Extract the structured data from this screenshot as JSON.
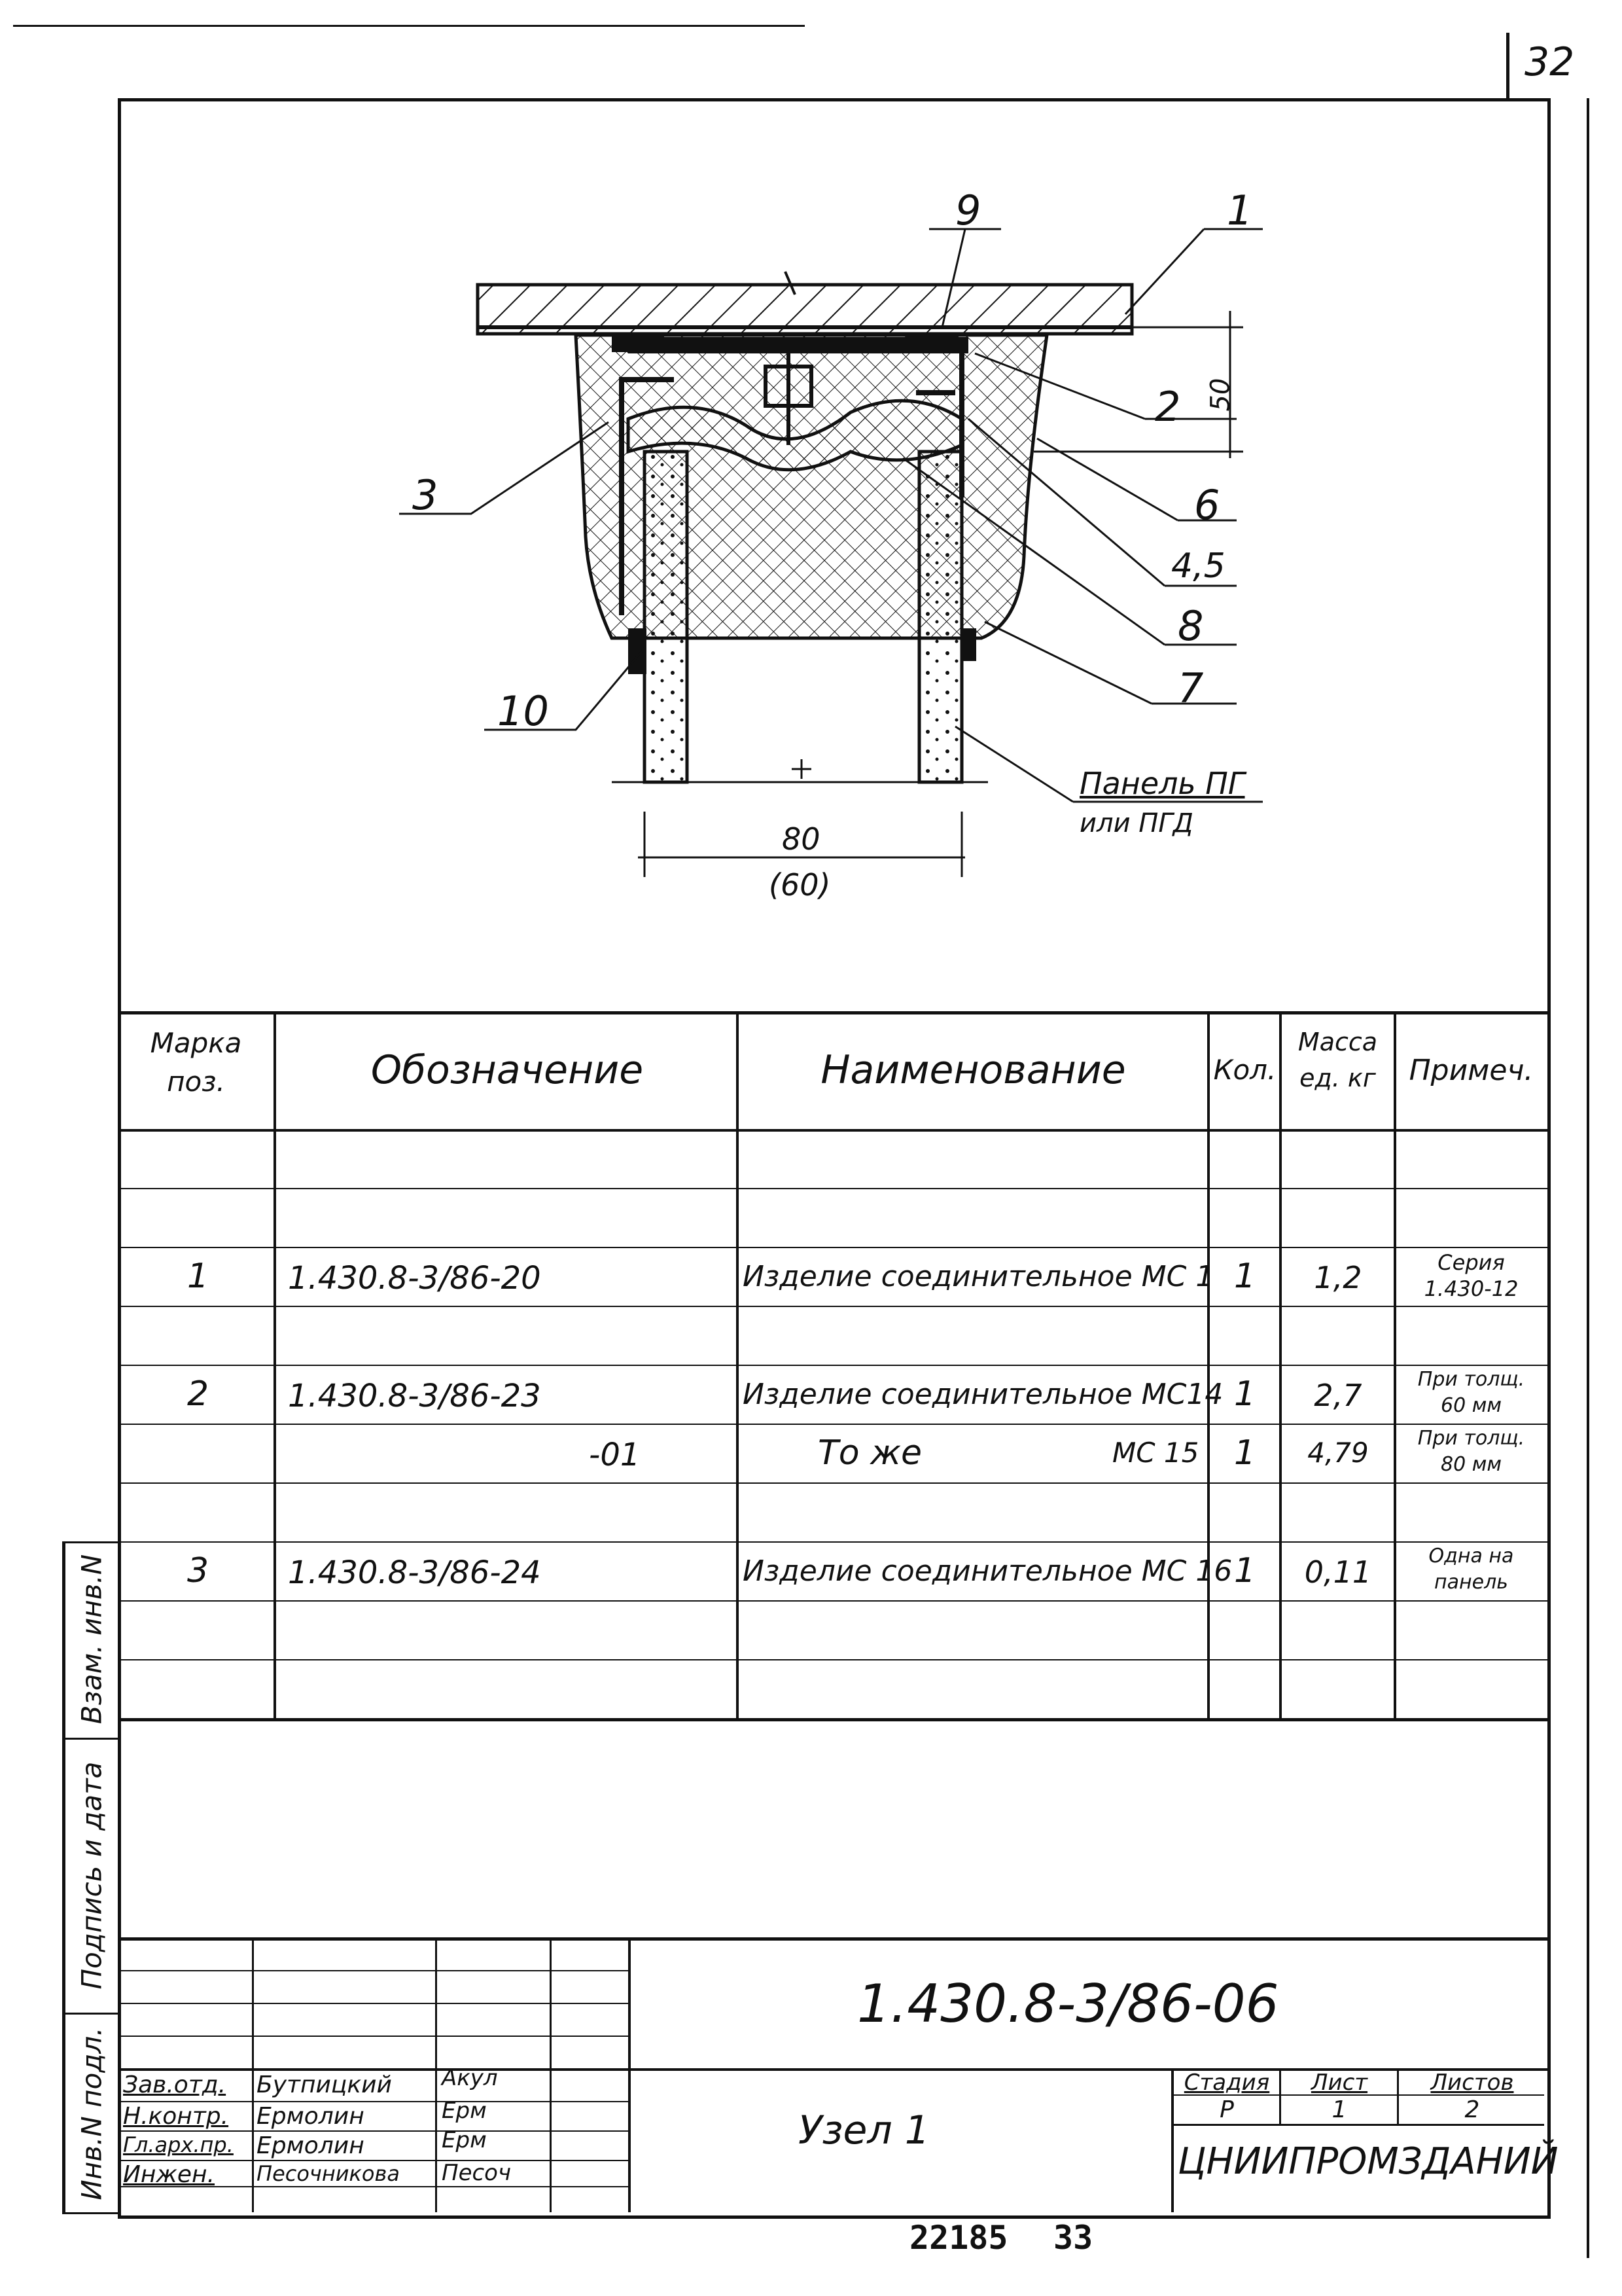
{
  "sheet_number": "32",
  "drawing": {
    "callouts": [
      "1",
      "2",
      "3",
      "4,5",
      "6",
      "7",
      "8",
      "9",
      "10"
    ],
    "dim_height": "50",
    "dim_width": "80",
    "dim_width_alt": "(60)",
    "panel_label_line1": "Панель ПГ",
    "panel_label_line2": "или ПГД"
  },
  "spec_table": {
    "headers": {
      "pos": "Марка поз.",
      "designation": "Обозначение",
      "name": "Наименование",
      "qty": "Кол.",
      "mass": "Масса ед. кг",
      "note": "Примеч."
    },
    "rows": [
      {
        "pos": "1",
        "designation": "1.430.8-3/86-20",
        "name": "Изделие соединительное МС 1",
        "qty": "1",
        "mass": "1,2",
        "note1": "Серия",
        "note2": "1.430-12"
      },
      {
        "pos": "2",
        "designation": "1.430.8-3/86-23",
        "name": "Изделие соединительное МС14",
        "qty": "1",
        "mass": "2,7",
        "note1": "При толщ.",
        "note2": "60 мм"
      },
      {
        "pos": "",
        "designation": "-01",
        "name": "То же",
        "name_code": "МС 15",
        "qty": "1",
        "mass": "4,79",
        "note1": "При толщ.",
        "note2": "80 мм"
      },
      {
        "pos": "3",
        "designation": "1.430.8-3/86-24",
        "name": "Изделие соединительное МС 16",
        "qty": "1",
        "mass": "0,11",
        "note1": "Одна на",
        "note2": "панель"
      }
    ]
  },
  "side_stamp": [
    "Инв.N подл.",
    "Подпись и дата",
    "Взам. инв.N"
  ],
  "title_block": {
    "doc_code": "1.430.8-3/86-06",
    "title": "Узел 1",
    "stage_label": "Стадия",
    "sheet_label": "Лист",
    "sheets_label": "Листов",
    "stage": "Р",
    "sheet": "1",
    "sheets": "2",
    "organization": "ЦНИИПРОМЗДАНИЙ",
    "roles": [
      {
        "role": "Зав.отд.",
        "name": "Бутпицкий",
        "sign": "Акул"
      },
      {
        "role": "Н.контр.",
        "name": "Ермолин",
        "sign": "Ерм"
      },
      {
        "role": "Гл.арх.пр.",
        "name": "Ермолин",
        "sign": "Ерм"
      },
      {
        "role": "Инжен.",
        "name": "Песочникова",
        "sign": "Песоч"
      }
    ]
  },
  "footer_code": "22185",
  "footer_page": "33"
}
